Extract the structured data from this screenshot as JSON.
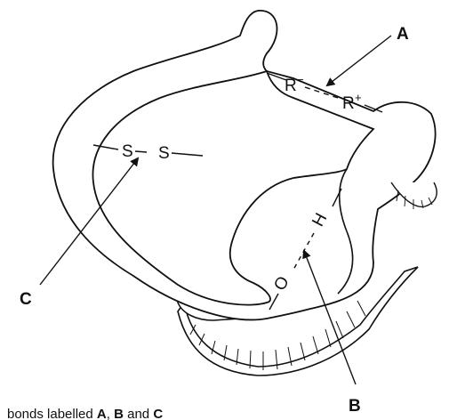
{
  "diagram": {
    "labels": {
      "a": "A",
      "b": "B",
      "c": "C"
    },
    "ionic_bond": {
      "left_atom": "R",
      "left_charge": "−",
      "right_atom": "R",
      "right_charge": "+"
    },
    "disulfide_bond": {
      "left_atom": "S",
      "right_atom": "S"
    },
    "hydrogen_bond": {
      "upper_atom": "H",
      "lower_atom": "O"
    },
    "caption": {
      "prefix": "bonds labelled ",
      "a": "A",
      "comma": ", ",
      "b": "B",
      "and": " and ",
      "c": "C"
    }
  },
  "colors": {
    "ink": "#111111",
    "background": "#ffffff"
  }
}
